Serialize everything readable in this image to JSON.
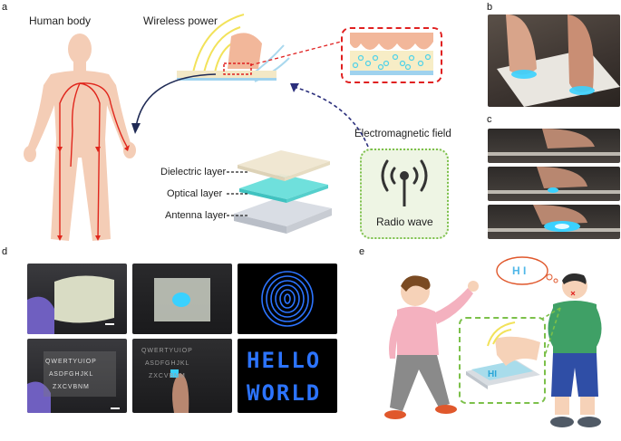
{
  "panels": {
    "a": "a",
    "b": "b",
    "c": "c",
    "d": "d",
    "e": "e"
  },
  "panel_a": {
    "human_body": "Human body",
    "wireless_power": "Wireless power",
    "electromagnetic_field": "Electromagnetic field",
    "radio_wave": "Radio wave",
    "layers": [
      "Dielectric layer",
      "Optical layer",
      "Antenna layer"
    ]
  },
  "panel_d": {
    "keyboard_rows": [
      "Q W E R T Y U I O P",
      "A S D F G H J K L",
      "Z X C V B N M"
    ],
    "hello": "HELLO",
    "world": "WORLD"
  },
  "panel_e": {
    "speech": "H I",
    "device_text": "HI"
  },
  "colors": {
    "skin": "#f4cdb6",
    "artery": "#e0261c",
    "glow": "#3ad1ff",
    "dashed_red": "#e02020",
    "dashed_green": "#7cc04a",
    "radio_bg": "#eef5e4",
    "field_arrow": "#2b2f7c"
  }
}
